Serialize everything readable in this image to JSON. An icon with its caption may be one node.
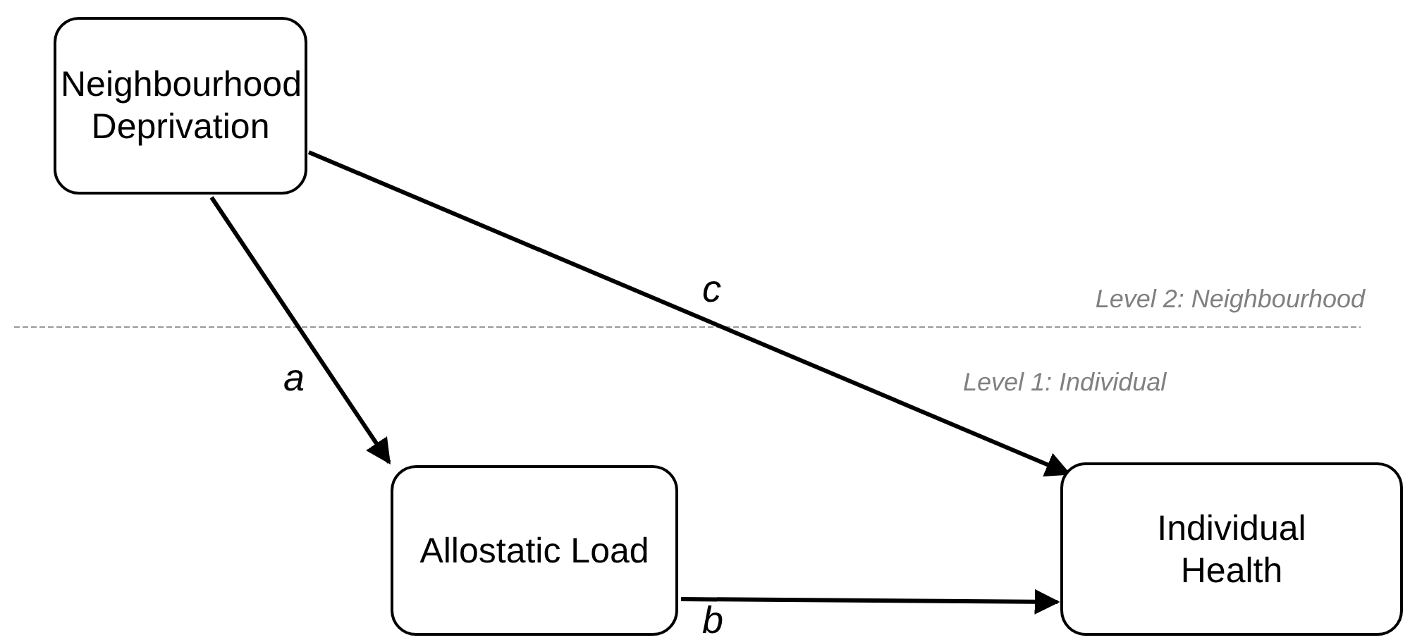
{
  "diagram": {
    "nodes": [
      {
        "text": [
          "Neighbourhood Deprivation"
        ]
      },
      {
        "text": [
          "Allostatic Load"
        ]
      },
      {
        "text": [
          "Individual Health"
        ]
      }
    ],
    "edges": [
      {
        "from": 0,
        "to": 1,
        "arrow": "to",
        "label": "a"
      },
      {
        "from": 0,
        "to": 2,
        "arrow": "to",
        "label": "c"
      },
      {
        "from": 1,
        "to": 2,
        "arrow": "to",
        "label": "b"
      }
    ],
    "labels": [
      "Level 2: Neighbourhood",
      "Level 1: Individual"
    ]
  }
}
